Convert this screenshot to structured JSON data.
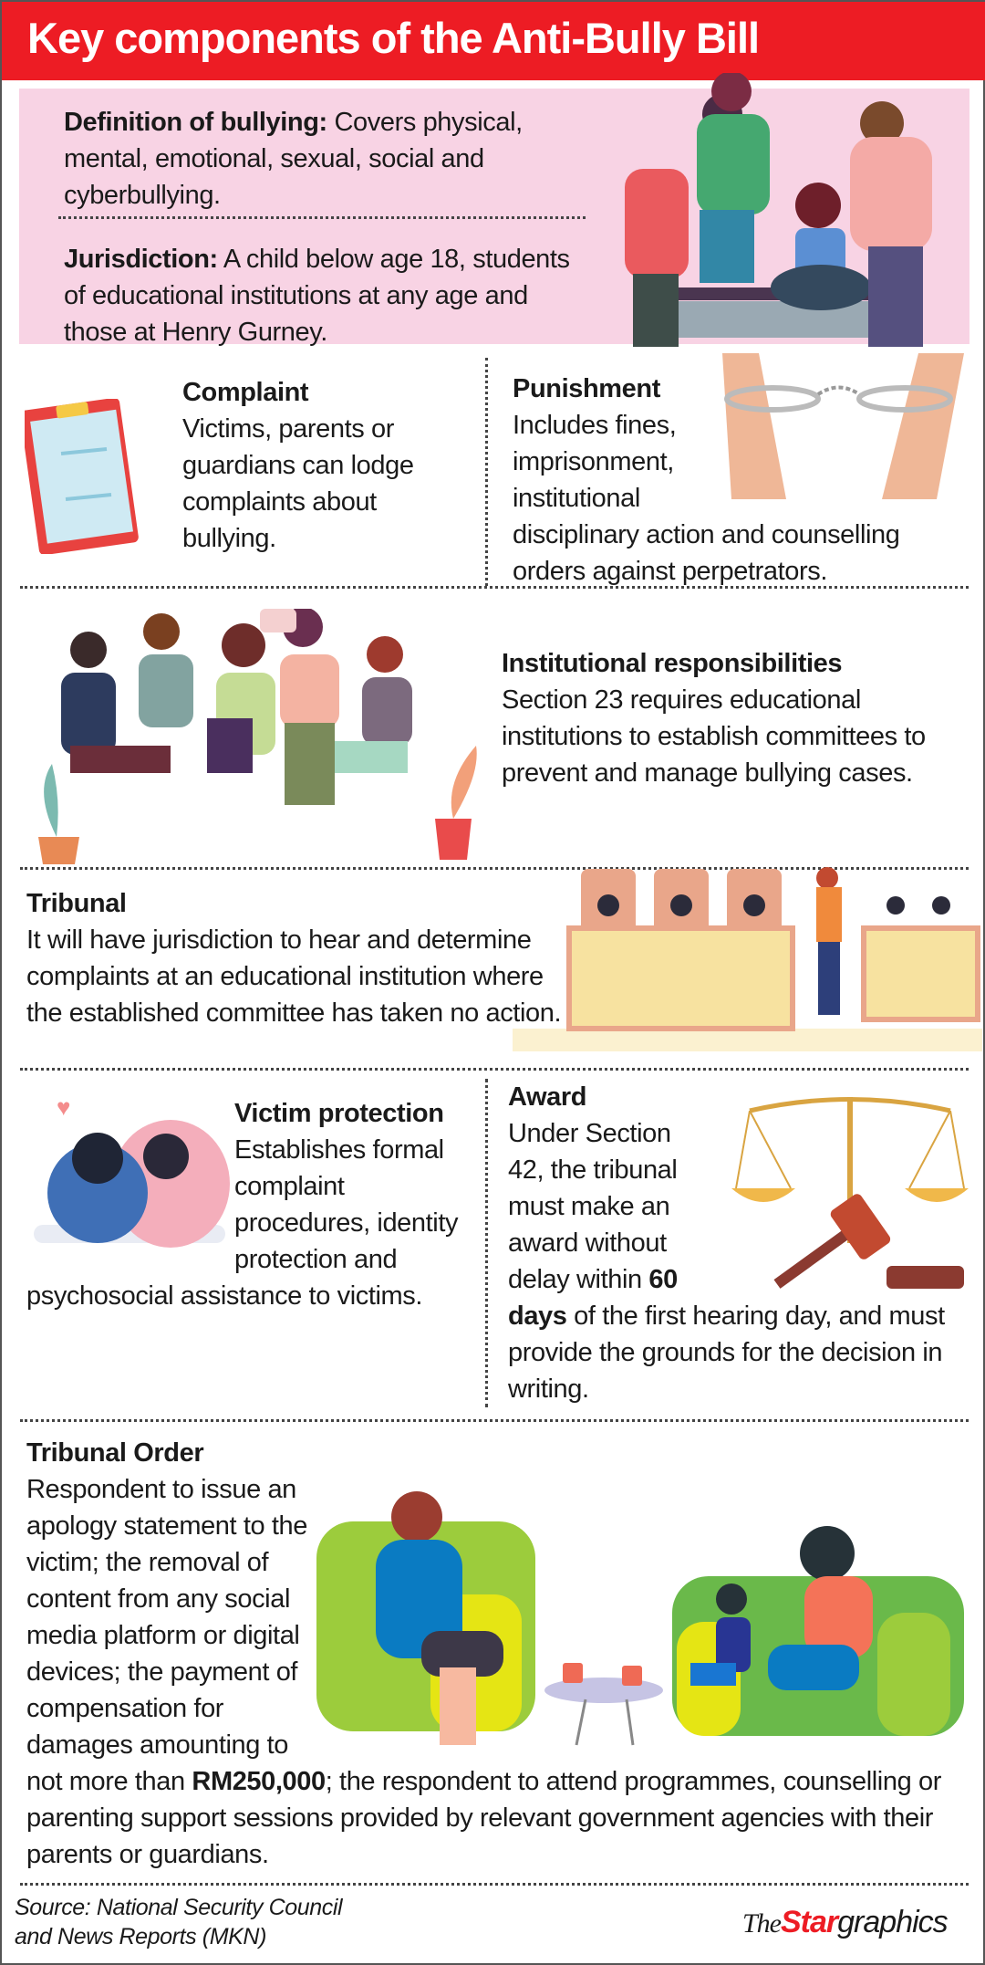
{
  "title": "Key components of the Anti-Bully Bill",
  "definition": {
    "label": "Definition of bullying:",
    "text": " Covers physical, mental, emotional, sexual, social and cyberbullying."
  },
  "jurisdiction": {
    "label": "Jurisdiction:",
    "text": " A child below age 18, students of educational institutions at any age and those at Henry Gurney."
  },
  "complaint": {
    "heading": "Complaint",
    "text": "Victims, parents or guardians can lodge complaints about bullying."
  },
  "punishment": {
    "heading": "Punishment",
    "text": "Includes fines, imprisonment, institutional disciplinary action and counselling orders against perpetrators."
  },
  "institutional": {
    "heading": "Institutional responsibilities",
    "text": "Section 23 requires educational institutions to establish committees to prevent and manage bullying cases."
  },
  "tribunal": {
    "heading": "Tribunal",
    "text": "It will have jurisdiction to hear and determine complaints at an educational institution where the established committee has taken no action."
  },
  "victim_protection": {
    "heading": "Victim protection",
    "text": "Establishes formal complaint procedures, identity protection and psychosocial assistance to victims."
  },
  "award": {
    "heading": "Award",
    "text_before": "Under Section 42, the tribunal must make an award without delay within ",
    "bold": "60 days",
    "text_after": " of the first hearing day, and must provide the grounds for the decision in writing."
  },
  "tribunal_order": {
    "heading": "Tribunal Order",
    "text_before": "Respondent to issue an apology statement to the victim; the removal of content from any social media platform or digital devices; the payment of compensation for damages amounting to not more than ",
    "bold": "RM250,000",
    "text_after": "; the respondent to attend programmes, counselling or parenting support sessions provided by relevant government agencies with their parents or guardians."
  },
  "source": {
    "line1": "Source: National Security Council",
    "line2": "and News Reports (MKN)"
  },
  "logo": {
    "the": "The",
    "star": "Star",
    "graphics": "graphics"
  },
  "colors": {
    "red": "#ed1c24",
    "pink": "#f8d3e4"
  }
}
